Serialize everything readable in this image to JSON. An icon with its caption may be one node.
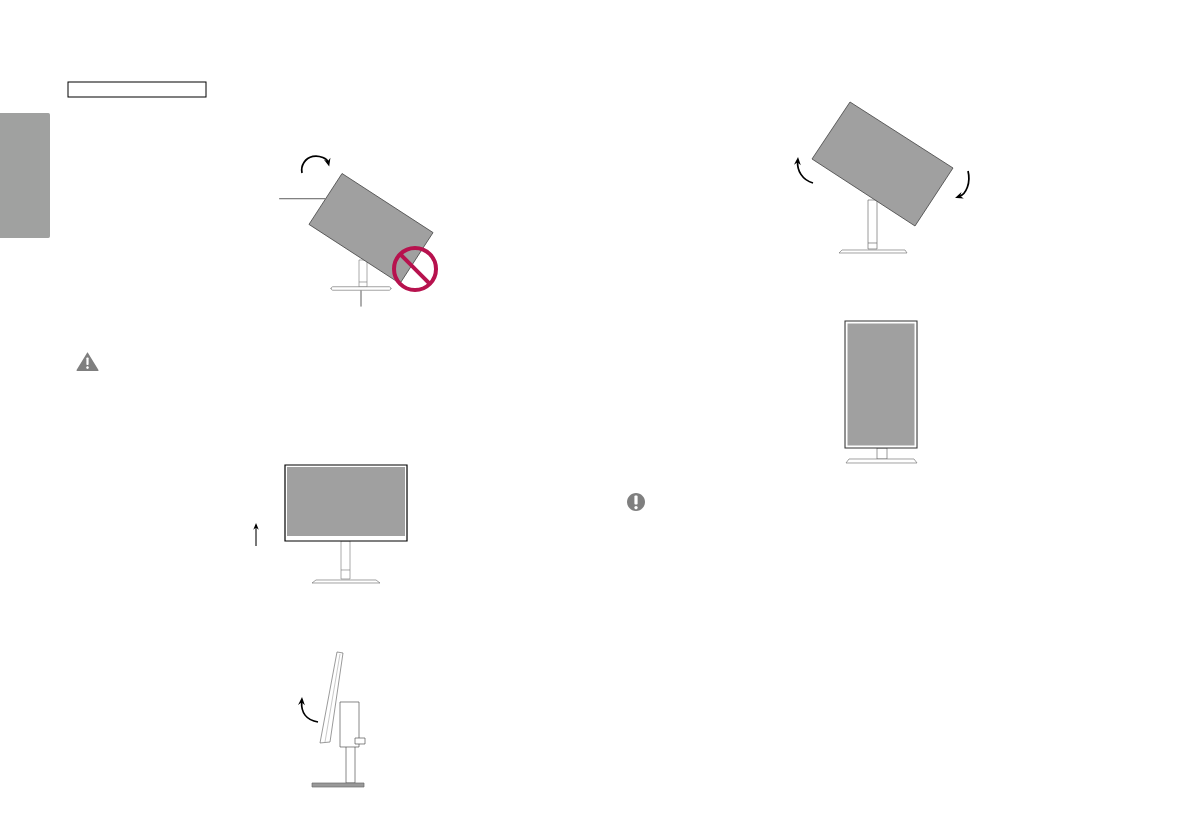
{
  "diagram": {
    "nodes": [
      {
        "text": [],
        "shape": "box"
      },
      {
        "text": [],
        "shape": "box"
      },
      {
        "text": [],
        "shape": "bar"
      }
    ],
    "edges": [
      {
        "from": null,
        "to": 1,
        "arrow": "none"
      },
      {
        "from": null,
        "to": 2,
        "arrow": "none"
      }
    ]
  }
}
